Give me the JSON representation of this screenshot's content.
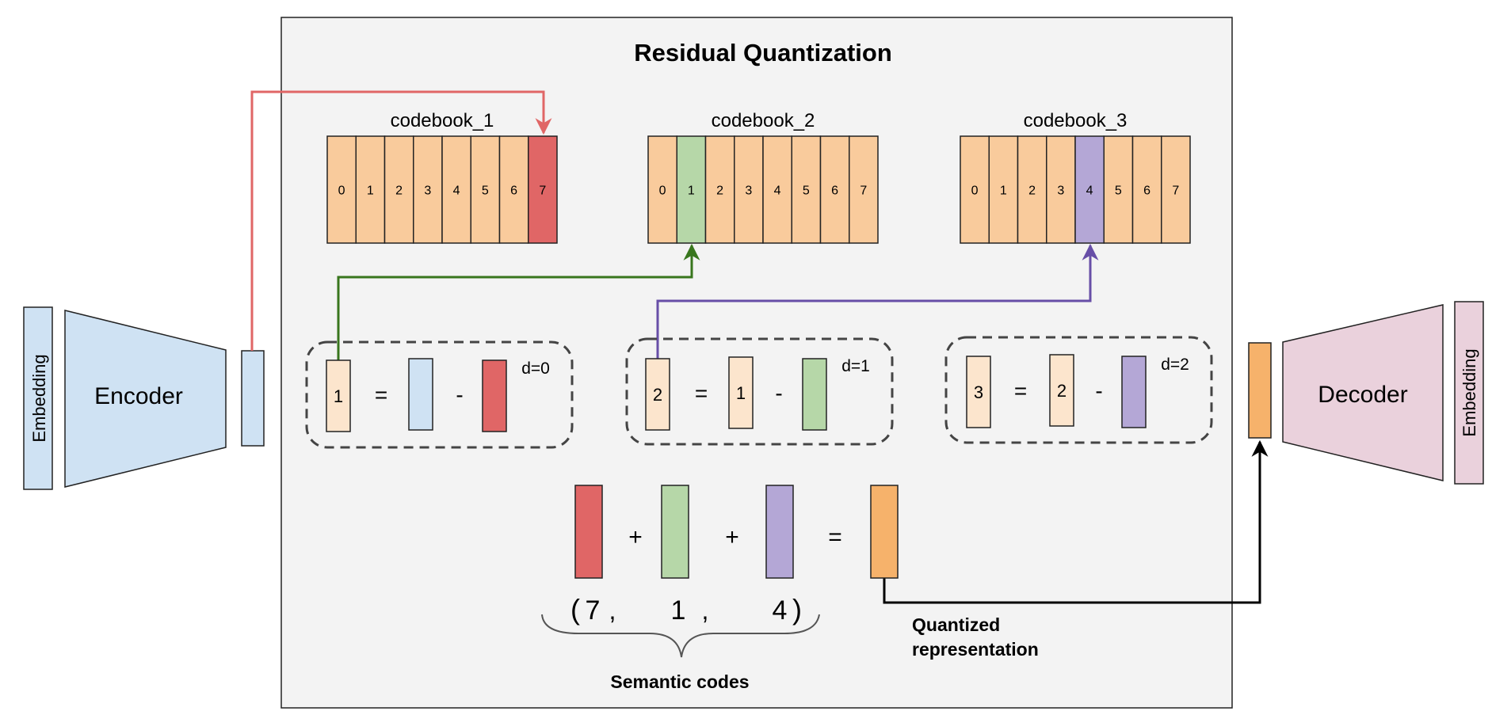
{
  "title": "Residual Quantization",
  "encoder": {
    "label": "Encoder",
    "embedding_label": "Embedding"
  },
  "decoder": {
    "label": "Decoder",
    "embedding_label": "Embedding"
  },
  "codebooks": [
    {
      "label": "codebook_1",
      "cells": [
        "0",
        "1",
        "2",
        "3",
        "4",
        "5",
        "6",
        "7"
      ],
      "selected": 7,
      "color": "#e06666"
    },
    {
      "label": "codebook_2",
      "cells": [
        "0",
        "1",
        "2",
        "3",
        "4",
        "5",
        "6",
        "7"
      ],
      "selected": 1,
      "color": "#b6d7a8"
    },
    {
      "label": "codebook_3",
      "cells": [
        "0",
        "1",
        "2",
        "3",
        "4",
        "5",
        "6",
        "7"
      ],
      "selected": 4,
      "color": "#b4a7d6"
    }
  ],
  "residual_steps": [
    {
      "result": "1",
      "equals": "=",
      "lhs": "",
      "minus": "-",
      "depth": "d=0"
    },
    {
      "result": "2",
      "equals": "=",
      "lhs": "1",
      "minus": "-",
      "depth": "d=1"
    },
    {
      "result": "3",
      "equals": "=",
      "lhs": "2",
      "minus": "-",
      "depth": "d=2"
    }
  ],
  "sum": {
    "plus1": "+",
    "plus2": "+",
    "equals": "="
  },
  "codes": {
    "open": "(",
    "c1": "7",
    "comma1": ",",
    "c2": "1",
    "comma2": ",",
    "c3": "4",
    "close": ")"
  },
  "semantic_codes_label": "Semantic codes",
  "quantized_label_line1": "Quantized",
  "quantized_label_line2": "representation",
  "colors": {
    "panel": "#f3f3f3",
    "cell": "#f9cb9c",
    "blue": "#cfe2f3",
    "pink": "#ead1dc",
    "residual": "#fce5cd",
    "orange": "#f6b26b",
    "red_arrow": "#e06666",
    "green_arrow": "#38761d",
    "purple_arrow": "#674ea7"
  }
}
